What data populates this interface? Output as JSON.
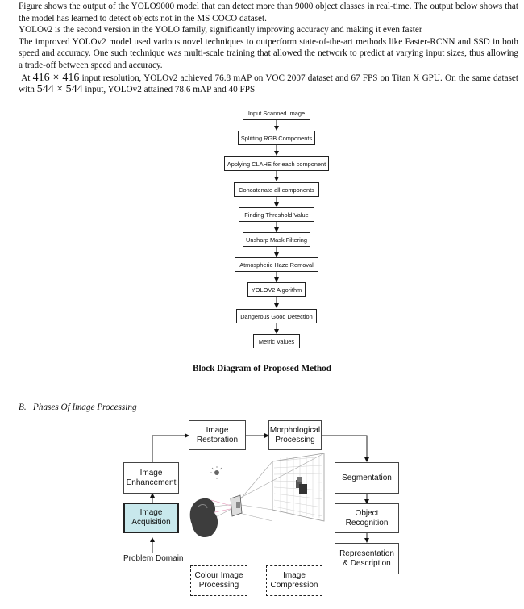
{
  "paragraphs": {
    "p1": "Figure shows the output of the YOLO9000 model that can detect more than 9000 object classes in real-time. The output below shows that the model has learned to detect objects not in the MS COCO dataset.",
    "p2": "YOLOv2 is the second version in the YOLO family, significantly improving accuracy and making it even faster",
    "p3": "The improved YOLOv2 model used various novel techniques to outperform state-of-the-art methods like Faster-RCNN and SSD in both speed and accuracy. One such technique was multi-scale training that allowed the network to predict at varying input sizes, thus allowing a trade-off between speed and accuracy.",
    "p4_a": "At",
    "p4_math1": "416 × 416",
    "p4_b": "input resolution, YOLOv2 achieved 76.8 mAP on VOC 2007 dataset and 67 FPS on Titan X GPU. On the same dataset with",
    "p4_math2": "544 × 544",
    "p4_c": "input, YOLOv2 attained 78.6 mAP and 40 FPS"
  },
  "flowchart": {
    "steps": [
      "Input Scanned Image",
      "Splitting RGB Components",
      "Applying CLAHE for each component",
      "Concatenate all components",
      "Finding Threshold Value",
      "Unsharp Mask Filtering",
      "Atmospheric Haze Removal",
      "YOLOV2 Algorithm",
      "Dangerous Good Detection",
      "Metric Values"
    ],
    "caption": "Block Diagram of Proposed Method"
  },
  "section": {
    "heading": "B.   Phases Of Image Processing"
  },
  "phases": {
    "image_restoration": "Image\nRestoration",
    "morphological_processing": "Morphological\nProcessing",
    "image_enhancement": "Image\nEnhancement",
    "segmentation": "Segmentation",
    "image_acquisition": "Image\nAcquisition",
    "object_recognition": "Object\nRecognition",
    "representation_description": "Representation\n& Description",
    "problem_domain": "Problem Domain",
    "colour_image_processing": "Colour Image\nProcessing",
    "image_compression": "Image\nCompression",
    "highlight_color": "#c8e8ec"
  }
}
